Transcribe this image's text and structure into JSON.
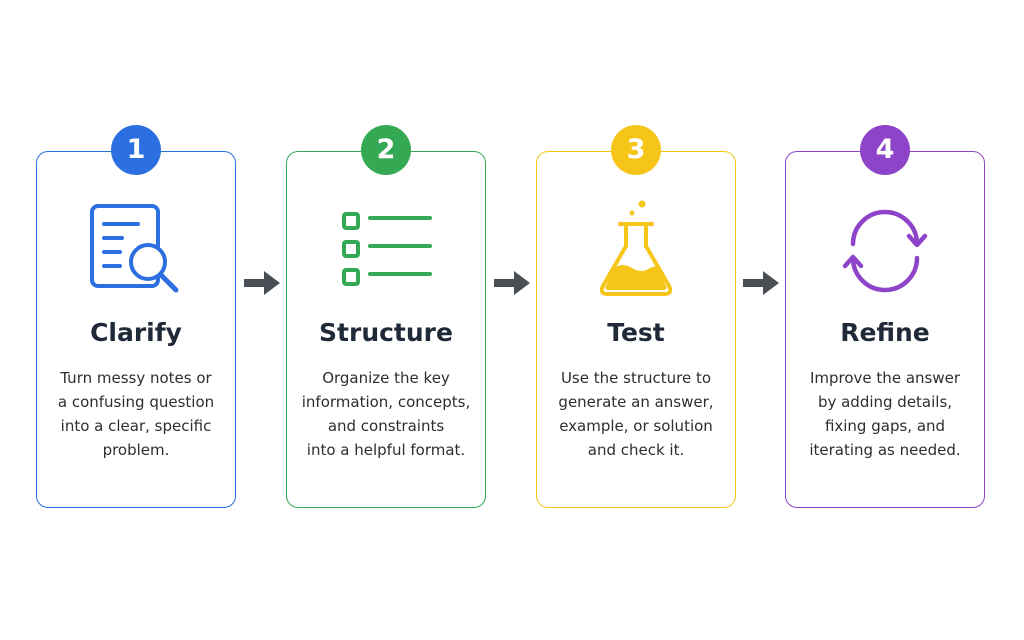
{
  "steps": [
    {
      "number": "1",
      "title": "Clarify",
      "icon": "document-search-icon",
      "color": "#2c6fe0",
      "lines": [
        "Turn messy notes or",
        "a confusing question",
        "into a clear, specific",
        "problem."
      ]
    },
    {
      "number": "2",
      "title": "Structure",
      "icon": "checklist-icon",
      "color": "#34a853",
      "lines": [
        "Organize the key",
        "information, concepts,",
        "and constraints",
        "into a helpful format."
      ]
    },
    {
      "number": "3",
      "title": "Test",
      "icon": "flask-icon",
      "color": "#f5c518",
      "lines": [
        "Use the structure to",
        "generate an answer,",
        "example, or solution",
        "and check it."
      ]
    },
    {
      "number": "4",
      "title": "Refine",
      "icon": "refresh-cycle-icon",
      "color": "#8e44c8",
      "lines": [
        "Improve the answer",
        "by adding details,",
        "fixing gaps, and",
        "iterating as needed."
      ]
    }
  ],
  "arrow_color": "#4a4f55",
  "arrow_icon": "arrow-right-icon"
}
